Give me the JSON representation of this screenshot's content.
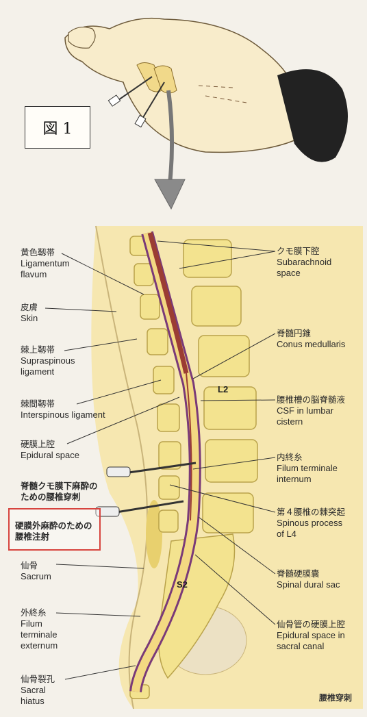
{
  "figure_label": "図 1",
  "vertebra_labels": {
    "l2": "L2",
    "s2": "S2"
  },
  "caption": "腰椎穿刺",
  "left_labels": [
    {
      "id": "ligamentum-flavum",
      "jp": "黄色靱帯",
      "en": "Ligamentum flavum"
    },
    {
      "id": "skin",
      "jp": "皮膚",
      "en": "Skin"
    },
    {
      "id": "supraspinous-ligament",
      "jp": "棘上靱帯",
      "en": "Supraspinous ligament"
    },
    {
      "id": "interspinous-ligament",
      "jp": "棘間靱帯",
      "en": "Interspinous ligament"
    },
    {
      "id": "epidural-space",
      "jp": "硬膜上腔",
      "en": "Epidural space"
    },
    {
      "id": "spinal-puncture",
      "jp": "脊髄クモ膜下麻酔のための腰椎穿刺",
      "en": ""
    },
    {
      "id": "epidural-injection",
      "jp": "硬膜外麻酔のための腰椎注射",
      "en": ""
    },
    {
      "id": "sacrum",
      "jp": "仙骨",
      "en": "Sacrum"
    },
    {
      "id": "filum-terminale-externum",
      "jp": "外終糸",
      "en": "Filum terminale externum"
    },
    {
      "id": "sacral-hiatus",
      "jp": "仙骨裂孔",
      "en": "Sacral hiatus"
    }
  ],
  "right_labels": [
    {
      "id": "subarachnoid-space",
      "jp": "クモ膜下腔",
      "en": "Subarachnoid space"
    },
    {
      "id": "conus-medullaris",
      "jp": "脊髄円錐",
      "en": "Conus medullaris"
    },
    {
      "id": "csf-lumbar-cistern",
      "jp": "腰椎槽の脳脊髄液",
      "en": "CSF in lumbar cistern"
    },
    {
      "id": "filum-terminale-internum",
      "jp": "内終糸",
      "en": "Filum terminale internum"
    },
    {
      "id": "spinous-process-l4",
      "jp": "第４腰椎の棘突起",
      "en": "Spinous process of L4"
    },
    {
      "id": "spinal-dural-sac",
      "jp": "脊髄硬膜嚢",
      "en": "Spinal dural sac"
    },
    {
      "id": "epidural-space-sacral",
      "jp": "仙骨管の硬膜上腔",
      "en": "Epidural space in sacral canal"
    }
  ],
  "colors": {
    "bone": "#f3e38f",
    "tissue": "#f6e7b0",
    "dura": "#7a3a78",
    "highlight": "#d7443e"
  }
}
